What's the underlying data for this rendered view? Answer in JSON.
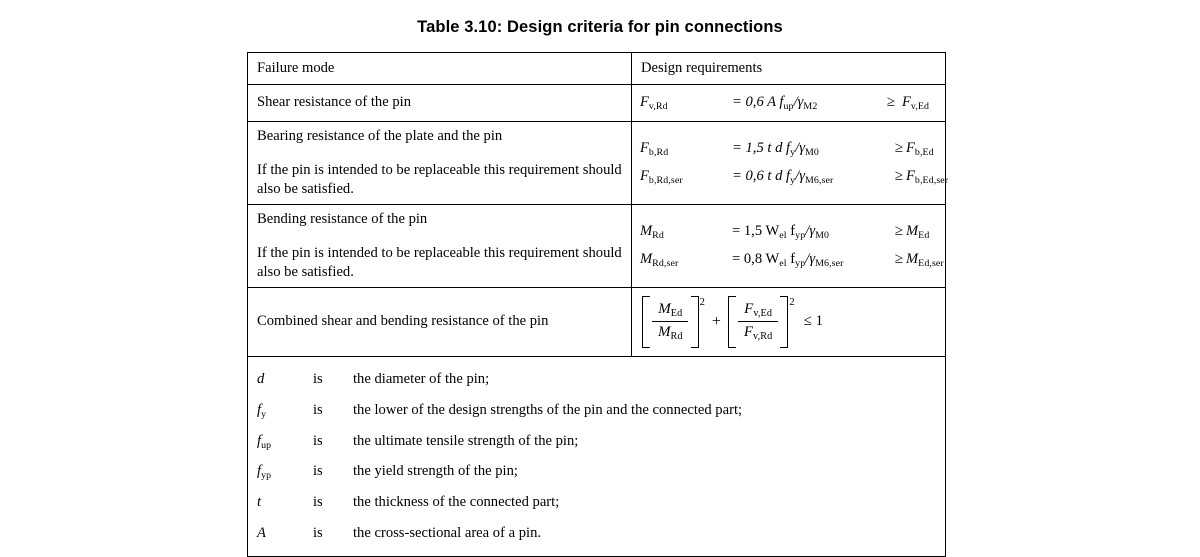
{
  "title": "Table 3.10: Design criteria for pin connections",
  "table": {
    "headers": {
      "failure_mode": "Failure mode",
      "design_requirements": "Design requirements"
    },
    "rows": [
      {
        "mode": "Shear resistance of the pin",
        "note": "",
        "formulas": [
          {
            "lhs_base": "F",
            "lhs_sub": "v,Rd",
            "rhs": "= 0,6 A f",
            "rhs_sub": "up",
            "rhs_tail": "/γ",
            "rhs_tail_sub": "M2",
            "rel": "≥",
            "target_base": "F",
            "target_sub": "v,Ed"
          }
        ]
      },
      {
        "mode": "Bearing resistance of the plate and the pin",
        "note": "If the pin is intended to be replaceable this requirement should also be satisfied.",
        "formulas": [
          {
            "lhs_base": "F",
            "lhs_sub": "b,Rd",
            "rhs": "= 1,5 t d f",
            "rhs_sub": "y",
            "rhs_tail": "/γ",
            "rhs_tail_sub": "M0",
            "rel": "≥",
            "target_base": "F",
            "target_sub": "b,Ed"
          },
          {
            "lhs_base": "F",
            "lhs_sub": "b,Rd,ser",
            "rhs": "= 0,6 t d f",
            "rhs_sub": "y",
            "rhs_tail": "/γ",
            "rhs_tail_sub": "M6,ser",
            "rel": "≥",
            "target_base": "F",
            "target_sub": "b,Ed,ser"
          }
        ]
      },
      {
        "mode": "Bending resistance of the pin",
        "note": "If the pin is intended to be replaceable this requirement should also be satisfied.",
        "formulas": [
          {
            "lhs_base": "M",
            "lhs_sub": "Rd",
            "rhs": "= 1,5 W",
            "rhs_sub": "el",
            "rhs_tail": " f",
            "rhs_tail_sub": "yp",
            "rhs_tail2": "/γ",
            "rhs_tail2_sub": "M0",
            "rel": "≥",
            "target_base": "M",
            "target_sub": "Ed"
          },
          {
            "lhs_base": "M",
            "lhs_sub": "Rd,ser",
            "rhs": "= 0,8 W",
            "rhs_sub": "el",
            "rhs_tail": " f",
            "rhs_tail_sub": "yp",
            "rhs_tail2": "/γ",
            "rhs_tail2_sub": "M6,ser",
            "rel": "≥",
            "target_base": "M",
            "target_sub": "Ed,ser"
          }
        ]
      }
    ],
    "combined": {
      "mode": "Combined shear and bending resistance of the pin",
      "frac1_num_base": "M",
      "frac1_num_sub": "Ed",
      "frac1_den_base": "M",
      "frac1_den_sub": "Rd",
      "exp1": "2",
      "operator": "+",
      "frac2_num_base": "F",
      "frac2_num_sub": "v,Ed",
      "frac2_den_base": "F",
      "frac2_den_sub": "v,Rd",
      "exp2": "2",
      "relation": "≤ 1"
    },
    "legend": [
      {
        "symbol_base": "d",
        "symbol_sub": "",
        "is": "is",
        "definition": "the diameter of the pin;"
      },
      {
        "symbol_base": "f",
        "symbol_sub": "y",
        "is": "is",
        "definition": "the lower of the design strengths of the pin and the connected part;"
      },
      {
        "symbol_base": "f",
        "symbol_sub": "up",
        "is": "is",
        "definition": "the ultimate tensile strength of the pin;"
      },
      {
        "symbol_base": "f",
        "symbol_sub": "yp",
        "is": "is",
        "definition": "the yield strength of the pin;"
      },
      {
        "symbol_base": "t",
        "symbol_sub": "",
        "is": "is",
        "definition": "the thickness of the connected part;"
      },
      {
        "symbol_base": "A",
        "symbol_sub": "",
        "is": "is",
        "definition": "the cross-sectional area of a pin."
      }
    ]
  }
}
